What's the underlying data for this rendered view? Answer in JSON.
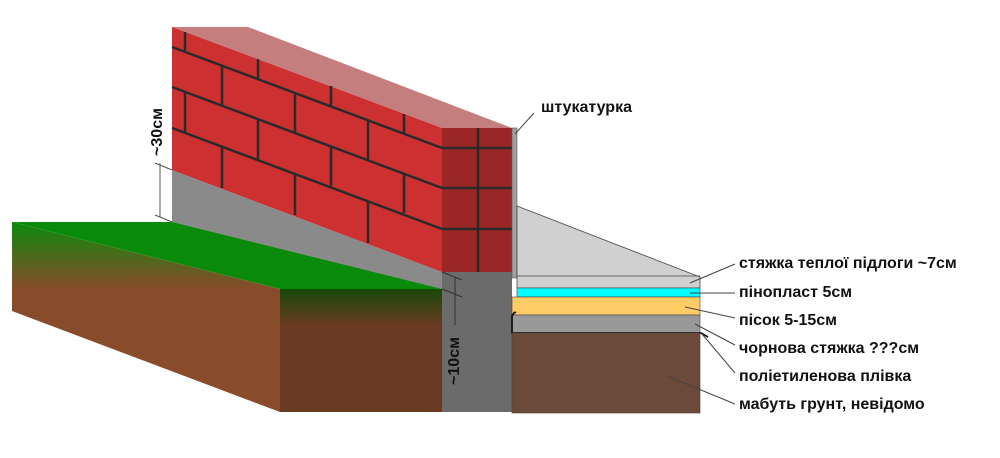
{
  "diagram": {
    "type": "foundation-cross-section",
    "labels": {
      "plaster": "штукатурка",
      "height_30": "~30см",
      "width_10": "~10см",
      "layers": [
        {
          "id": "warm-floor-screed",
          "label": "стяжка теплої підлоги ~7см"
        },
        {
          "id": "foam",
          "label": "пінопласт 5см"
        },
        {
          "id": "sand",
          "label": "пісок 5-15см"
        },
        {
          "id": "rough-screed",
          "label": "чорнова стяжка ???см"
        },
        {
          "id": "poly-film",
          "label": "поліетиленова плівка"
        },
        {
          "id": "soil",
          "label": "мабуть грунт, невідомо"
        }
      ]
    },
    "colors": {
      "brick_face": "#cc3030",
      "brick_end": "#9b2626",
      "brick_top": "#c47e7e",
      "mortar": "#2a2a2a",
      "foundation_face": "#8a8a8a",
      "foundation_end": "#6b6b6b",
      "grass": "#0a8a0a",
      "soil_side": "#884c2a",
      "soil_front": "#6b3a22",
      "screed": "#d0d0d0",
      "foam": "#00ffff",
      "sand": "#ffcc66",
      "rough_screed": "#999999",
      "ground": "#6b4a3a",
      "plaster": "#a0a0a0"
    }
  }
}
